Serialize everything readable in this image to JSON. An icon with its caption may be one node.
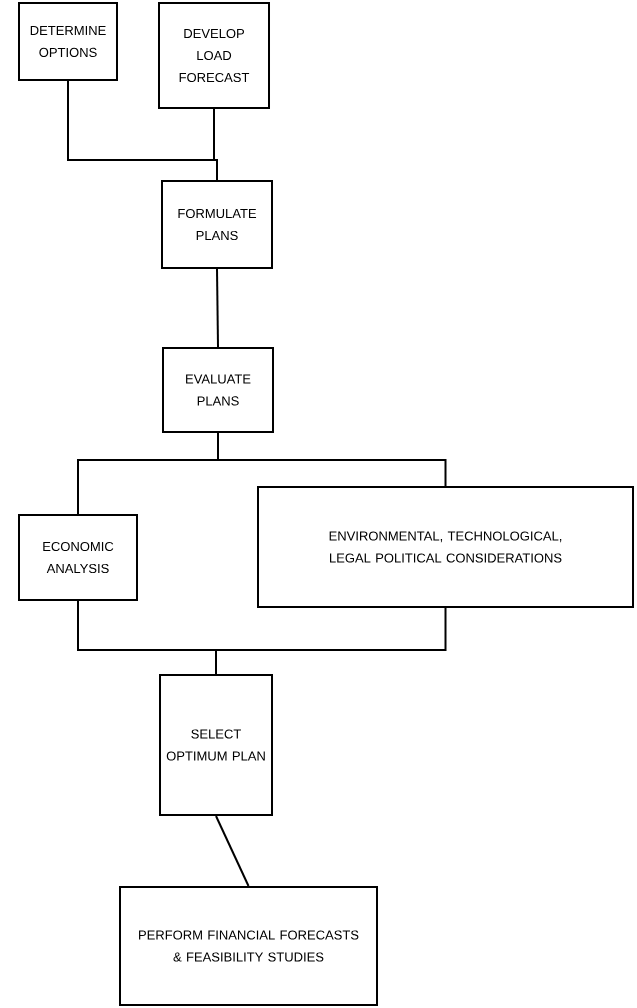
{
  "diagram": {
    "nodes": [
      {
        "text": [
          "DETERMINE OPTIONS"
        ]
      },
      {
        "text": [
          "DEVELOP LOAD FORECAST"
        ]
      },
      {
        "text": [
          "FORMULATE PLANS"
        ]
      },
      {
        "text": [
          "EVALUATE PLANS"
        ]
      },
      {
        "text": [
          "ECONOMIC ANALYSIS"
        ]
      },
      {
        "text": [
          "ENVIRONMENTAL, TECHNOLOGICAL, LEGAL POLITICAL CONSIDERATIONS"
        ]
      },
      {
        "text": [
          "SELECT OPTIMUM PLAN"
        ]
      },
      {
        "text": [
          "PERFORM FINANCIAL FORECASTS & FEASIBILITY STUDIES"
        ]
      }
    ],
    "edges": [
      {
        "from": 0,
        "to": 2,
        "arrow": "none"
      },
      {
        "from": 1,
        "to": 2,
        "arrow": "none"
      },
      {
        "from": 2,
        "to": 3,
        "arrow": "none"
      },
      {
        "from": 3,
        "to": 4,
        "arrow": "none"
      },
      {
        "from": 3,
        "to": 5,
        "arrow": "none"
      },
      {
        "from": 4,
        "to": 6,
        "arrow": "none"
      },
      {
        "from": 5,
        "to": 6,
        "arrow": "none"
      },
      {
        "from": 6,
        "to": 7,
        "arrow": "none"
      }
    ]
  }
}
